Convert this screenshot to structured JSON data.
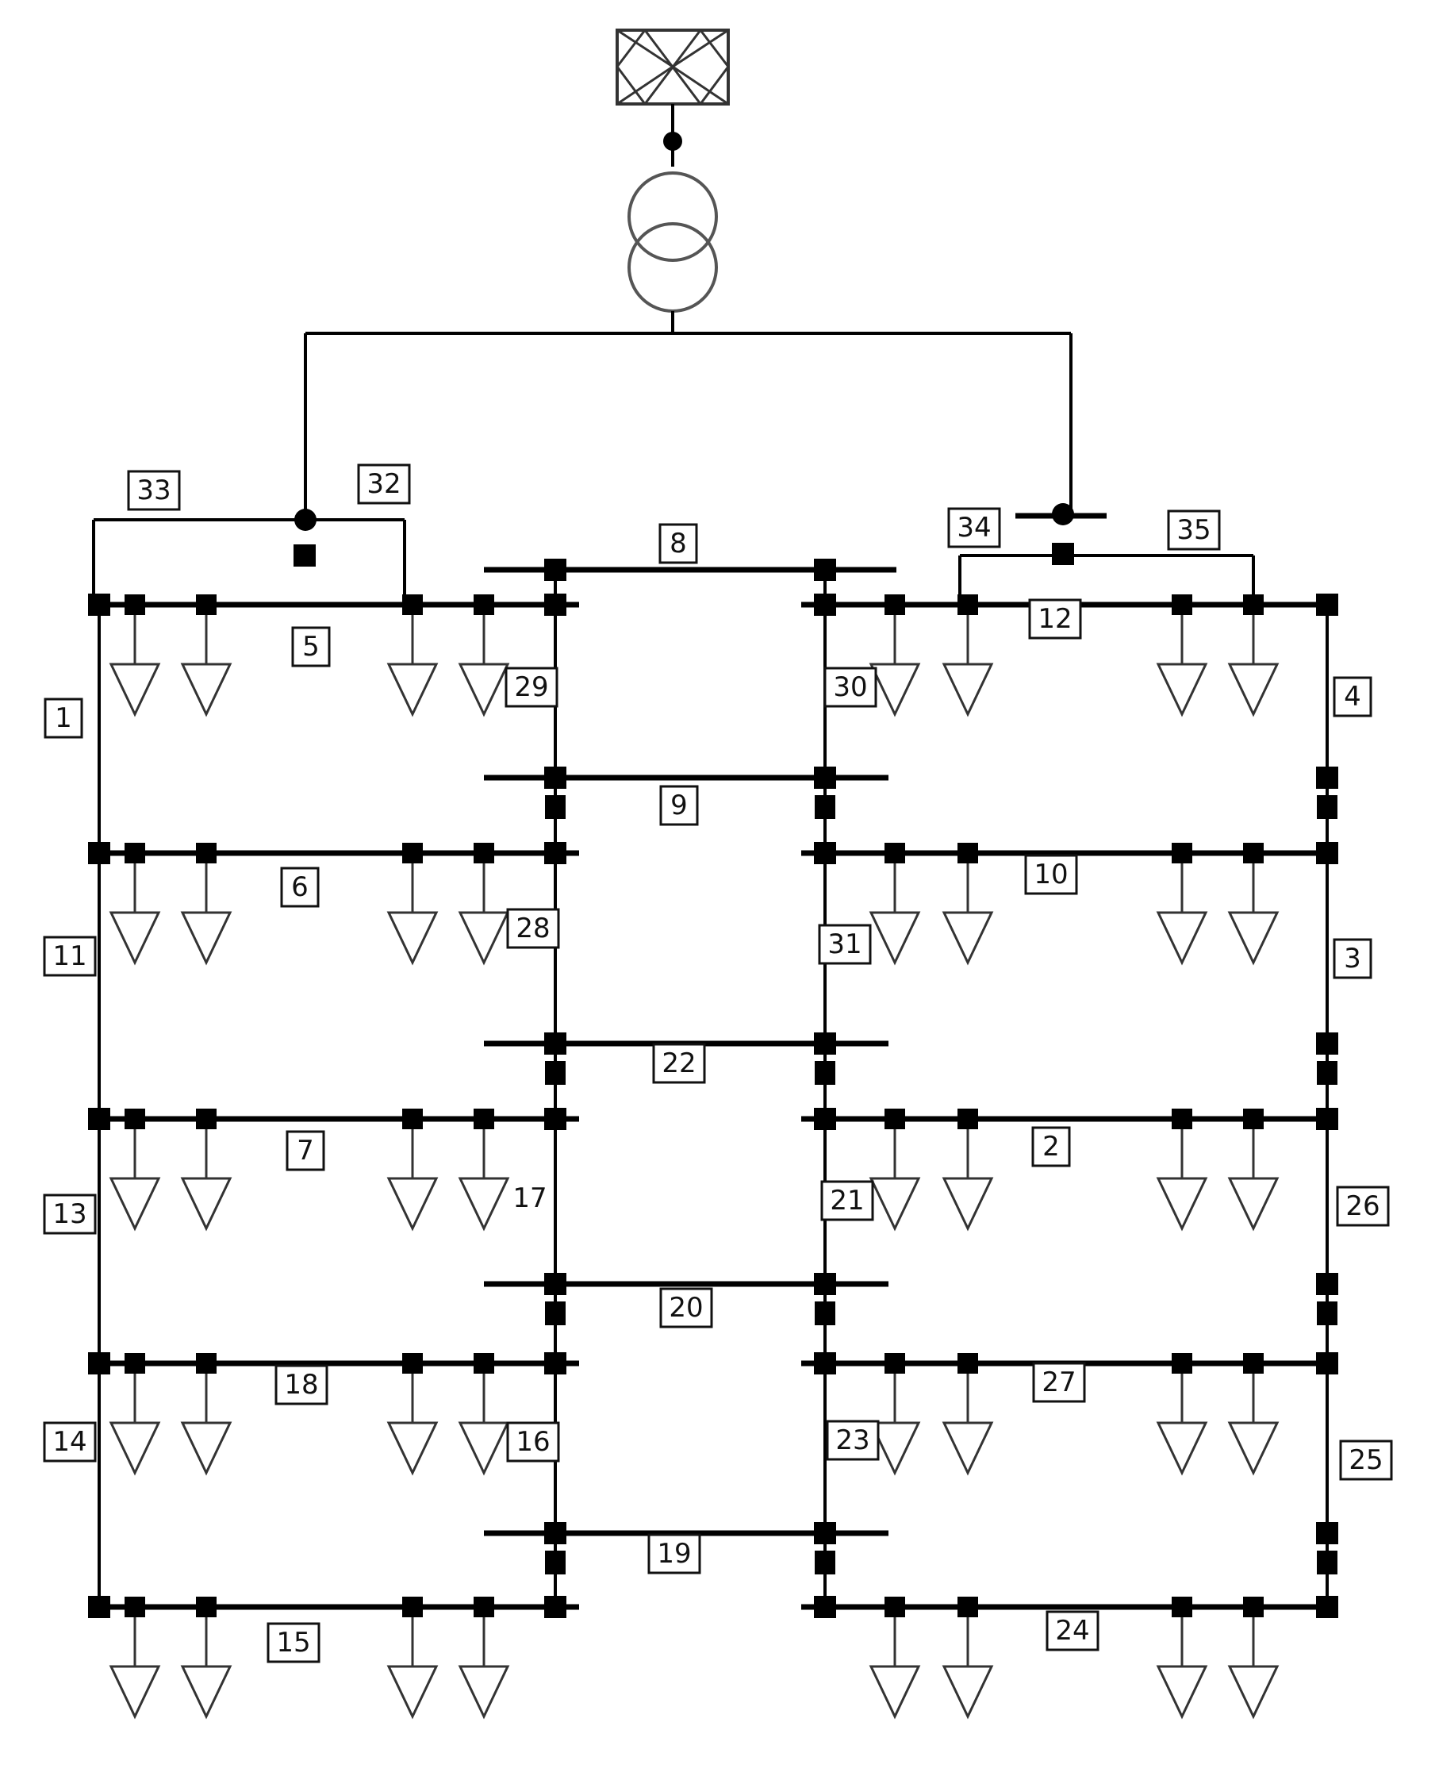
{
  "diagram": {
    "source_symbol": "grid-source-icon",
    "transformer_symbol": "transformer-icon",
    "load_symbol": "load-arrow-icon",
    "colors": {
      "line": "#000000",
      "label_box": "#111111",
      "background": "#ffffff"
    },
    "labels": [
      "1",
      "2",
      "3",
      "4",
      "5",
      "6",
      "7",
      "8",
      "9",
      "10",
      "11",
      "12",
      "13",
      "14",
      "15",
      "16",
      "17",
      "18",
      "19",
      "20",
      "21",
      "22",
      "23",
      "24",
      "25",
      "26",
      "27",
      "28",
      "29",
      "30",
      "31",
      "32",
      "33",
      "34",
      "35"
    ]
  }
}
